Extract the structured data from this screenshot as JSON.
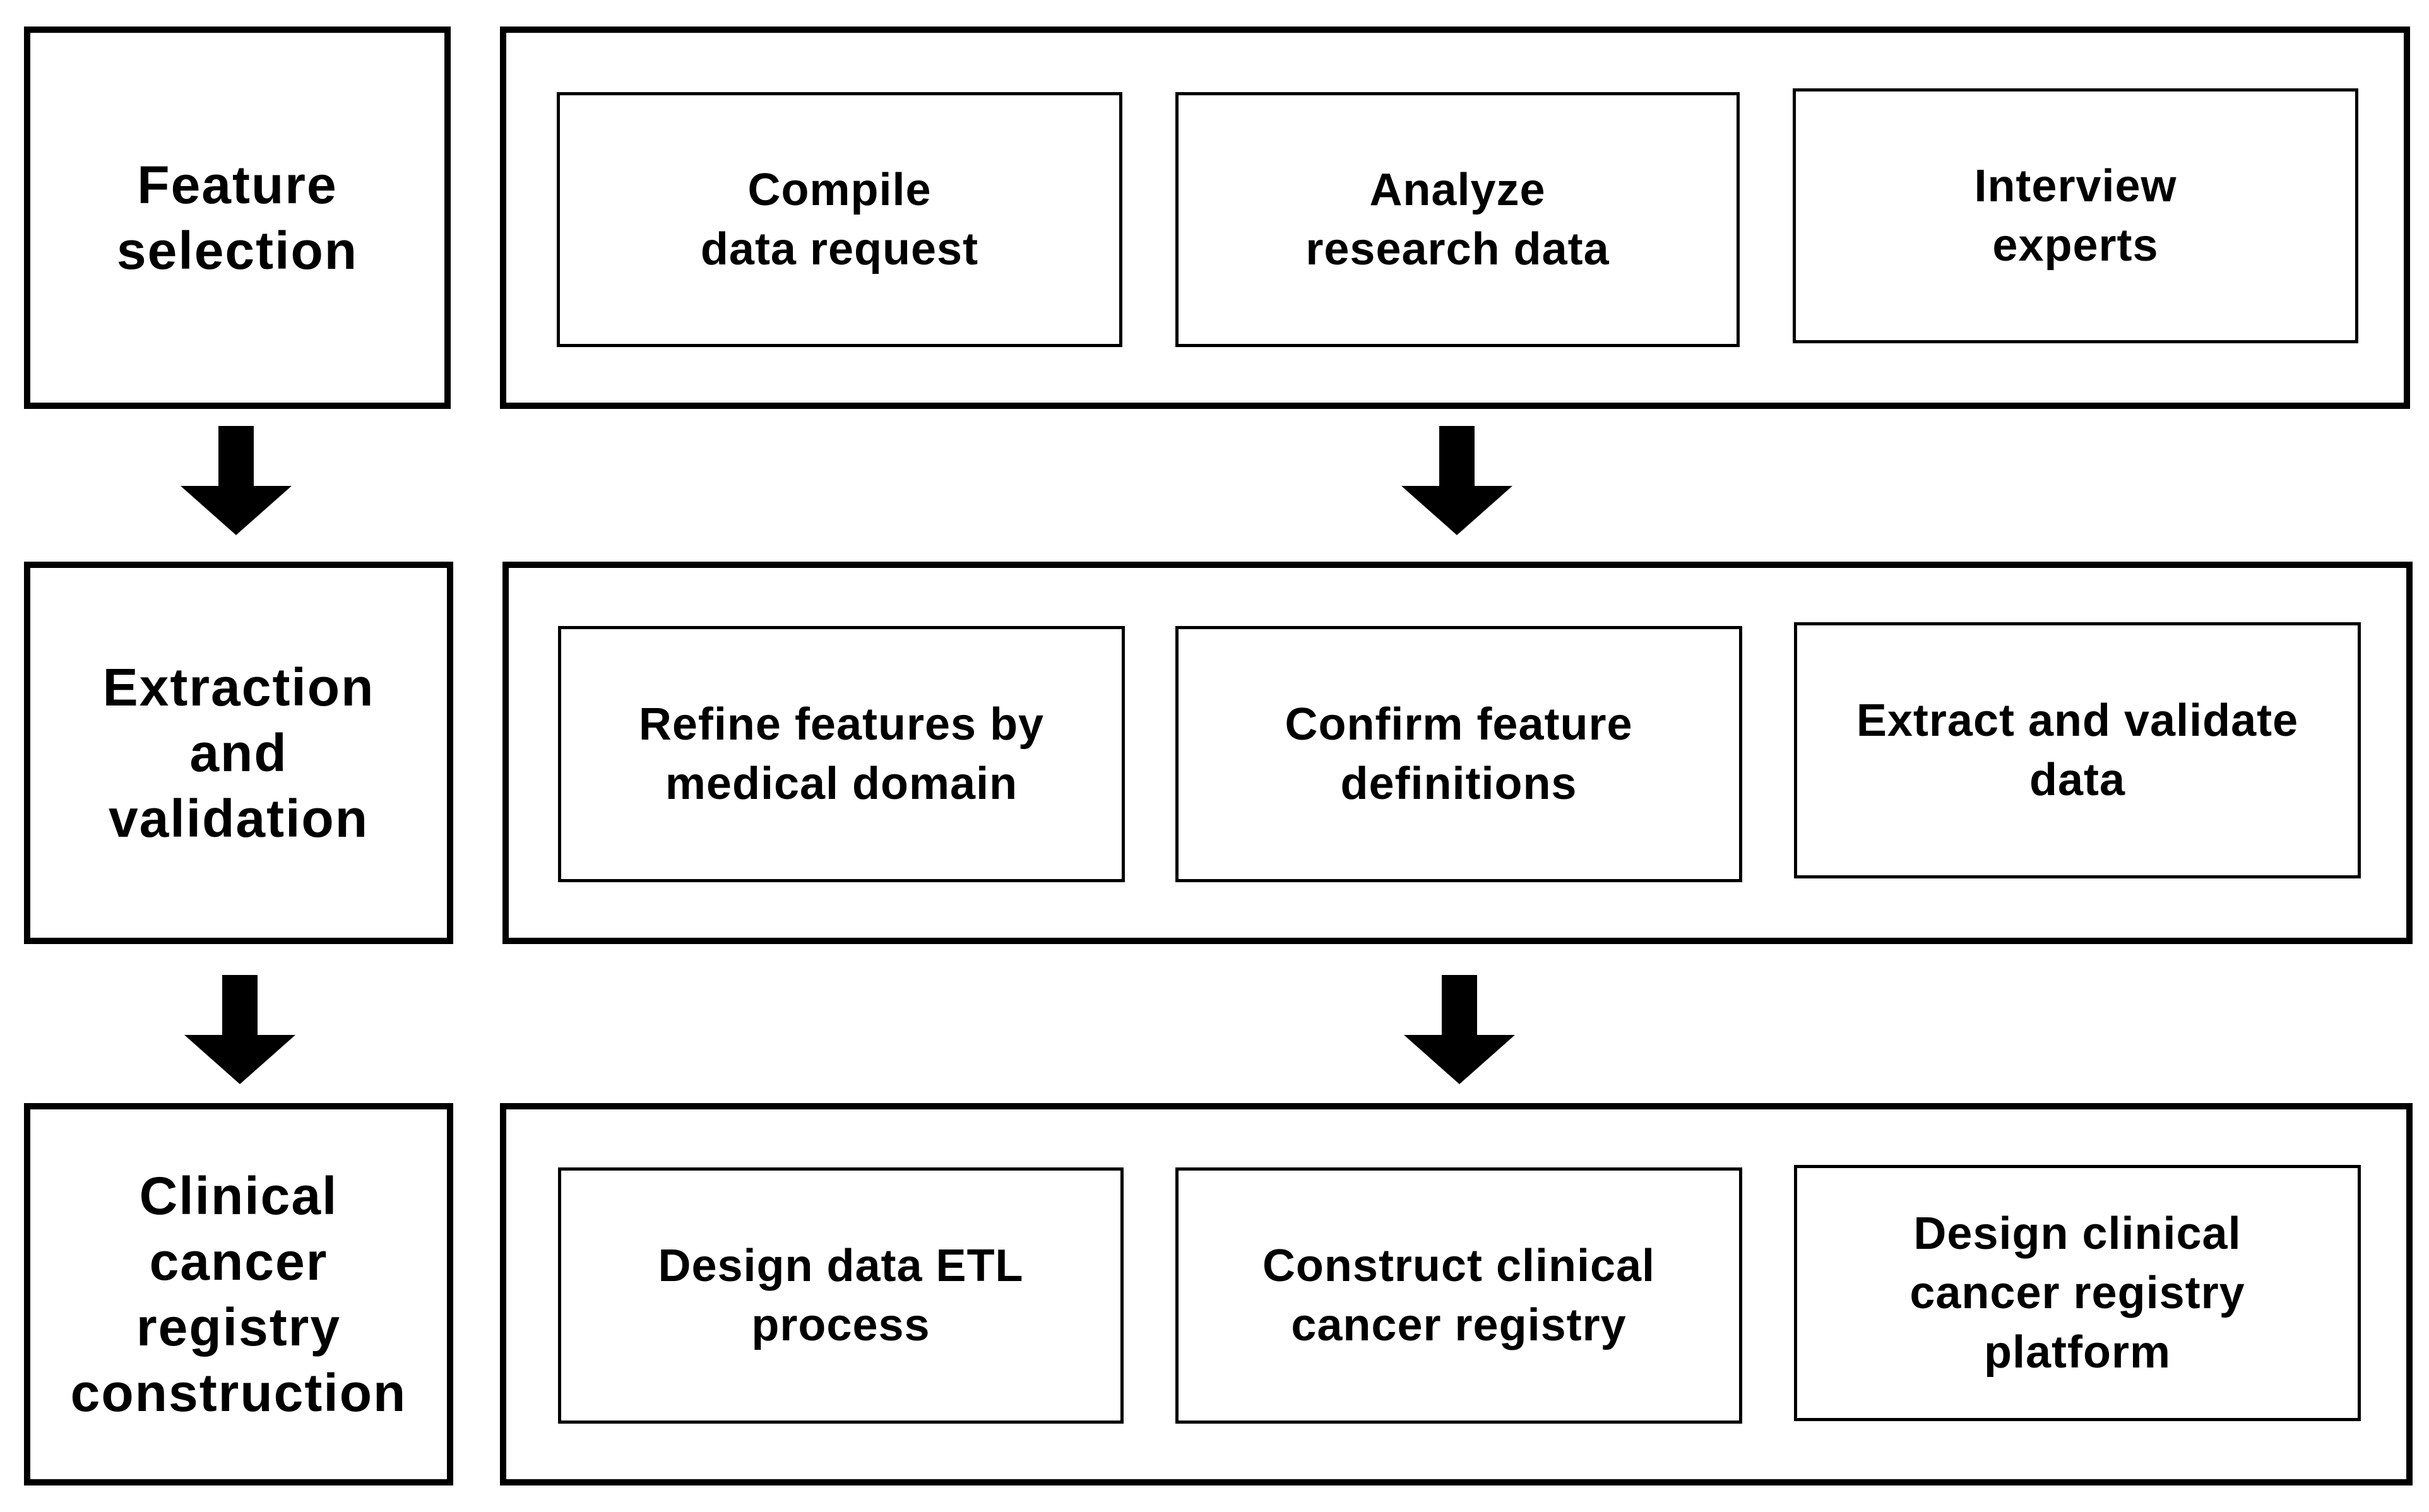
{
  "stages": [
    {
      "label": "Feature\nselection",
      "steps": [
        "Compile\ndata request",
        "Analyze\nresearch data",
        "Interview\nexperts"
      ]
    },
    {
      "label": "Extraction\nand\nvalidation",
      "steps": [
        "Refine features by\nmedical domain",
        "Confirm feature\ndefinitions",
        "Extract and validate\ndata"
      ]
    },
    {
      "label": "Clinical\ncancer\nregistry\nconstruction",
      "steps": [
        "Design data ETL\nprocess",
        "Construct clinical\ncancer registry",
        "Design clinical\ncancer registry\nplatform"
      ]
    }
  ],
  "colors": {
    "stroke": "#000000",
    "fill": "#ffffff"
  }
}
